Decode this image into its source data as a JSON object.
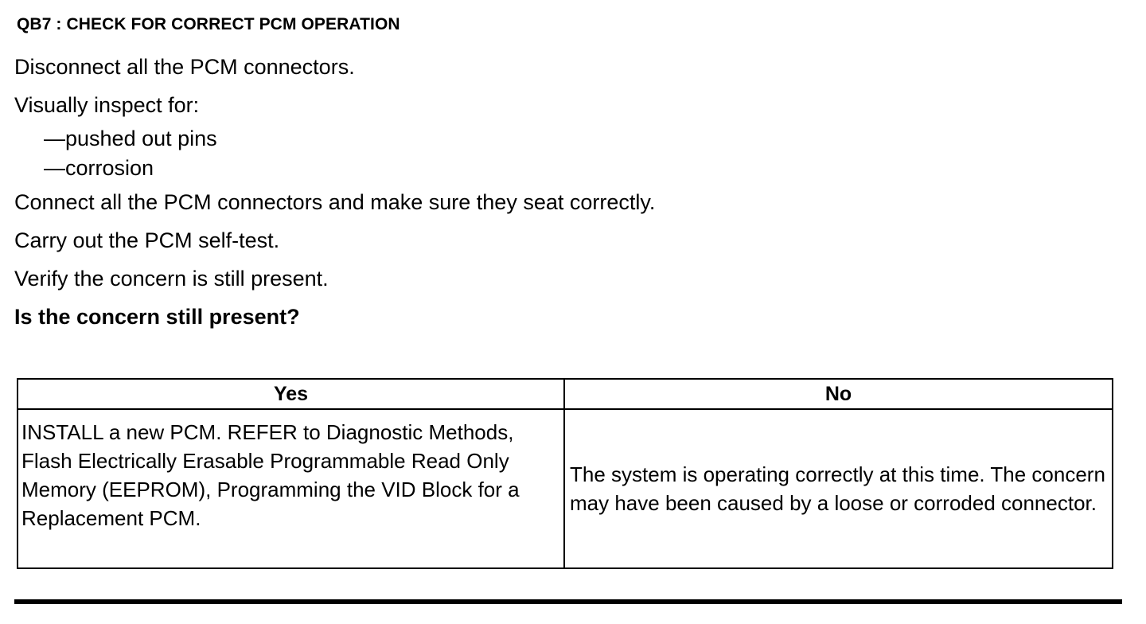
{
  "step": {
    "id": "QB7",
    "title": "QB7 : CHECK FOR CORRECT PCM OPERATION"
  },
  "instructions": [
    {
      "kind": "line",
      "text": "Disconnect all the PCM connectors."
    },
    {
      "kind": "line",
      "text": "Visually inspect for:"
    },
    {
      "kind": "sub",
      "text": "—pushed out pins"
    },
    {
      "kind": "sub",
      "text": "—corrosion"
    },
    {
      "kind": "line",
      "text": "Connect all the PCM connectors and make sure they seat correctly."
    },
    {
      "kind": "line",
      "text": "Carry out the PCM self-test."
    },
    {
      "kind": "line",
      "text": "Verify the concern is still present."
    },
    {
      "kind": "question",
      "text": "Is the concern still present?"
    }
  ],
  "decision_table": {
    "headers": {
      "yes": "Yes",
      "no": "No"
    },
    "cells": {
      "yes_main": "INSTALL a new PCM. REFER to Diagnostic Methods, Flash Electrically Erasable Programmable Read Only Memory (EEPROM), Programming the VID Block for a",
      "yes_tail": "Replacement PCM.",
      "no": "The system is operating correctly at this time. The concern may have been caused by a loose or corroded connector."
    }
  },
  "colors": {
    "ink": "#000000",
    "paper": "#ffffff"
  }
}
